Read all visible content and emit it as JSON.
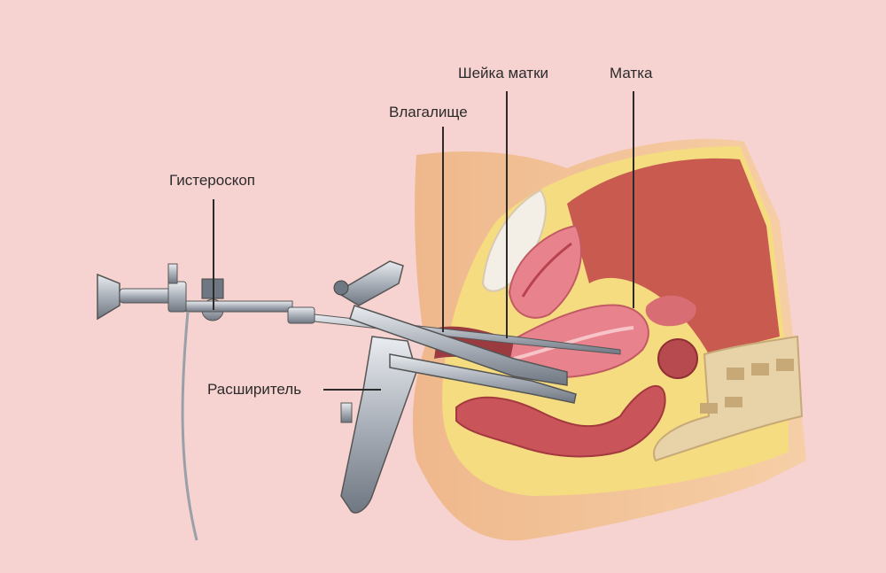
{
  "labels": {
    "hysteroscope": "Гистероскоп",
    "vagina": "Влагалище",
    "cervix": "Шейка матки",
    "uterus": "Матка",
    "speculum": "Расширитель"
  },
  "colors": {
    "background": "#f6d2d0",
    "skin": "#f3c39a",
    "fat": "#f5dc80",
    "muscle": "#c95a50",
    "uterus": "#e8838d",
    "bladder": "#f4efe6",
    "bone": "#e8d2a8",
    "metal": "#b9bec6",
    "line": "#2b2b2b"
  }
}
